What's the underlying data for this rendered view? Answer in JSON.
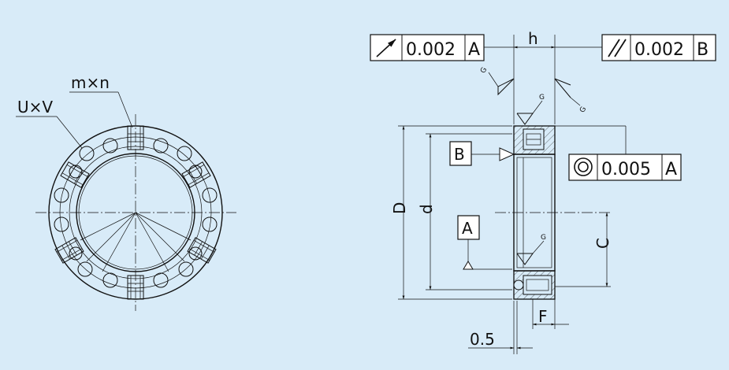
{
  "front_view": {
    "label_holes": "U×V",
    "label_screws": "m×n"
  },
  "side_view": {
    "fcf_left": {
      "symbol": "circular-runout",
      "value": "0.002",
      "datum": "A"
    },
    "fcf_right": {
      "symbol": "parallelism",
      "value": "0.002",
      "datum": "B"
    },
    "fcf_conc": {
      "symbol": "concentricity",
      "value": "0.005",
      "datum": "A"
    },
    "datum_b": "B",
    "datum_a": "A",
    "dim_h": "h",
    "dim_D": "D",
    "dim_d": "d",
    "dim_C": "C",
    "dim_F": "F",
    "dim_gap": "0.5",
    "finish_mark": "G"
  }
}
